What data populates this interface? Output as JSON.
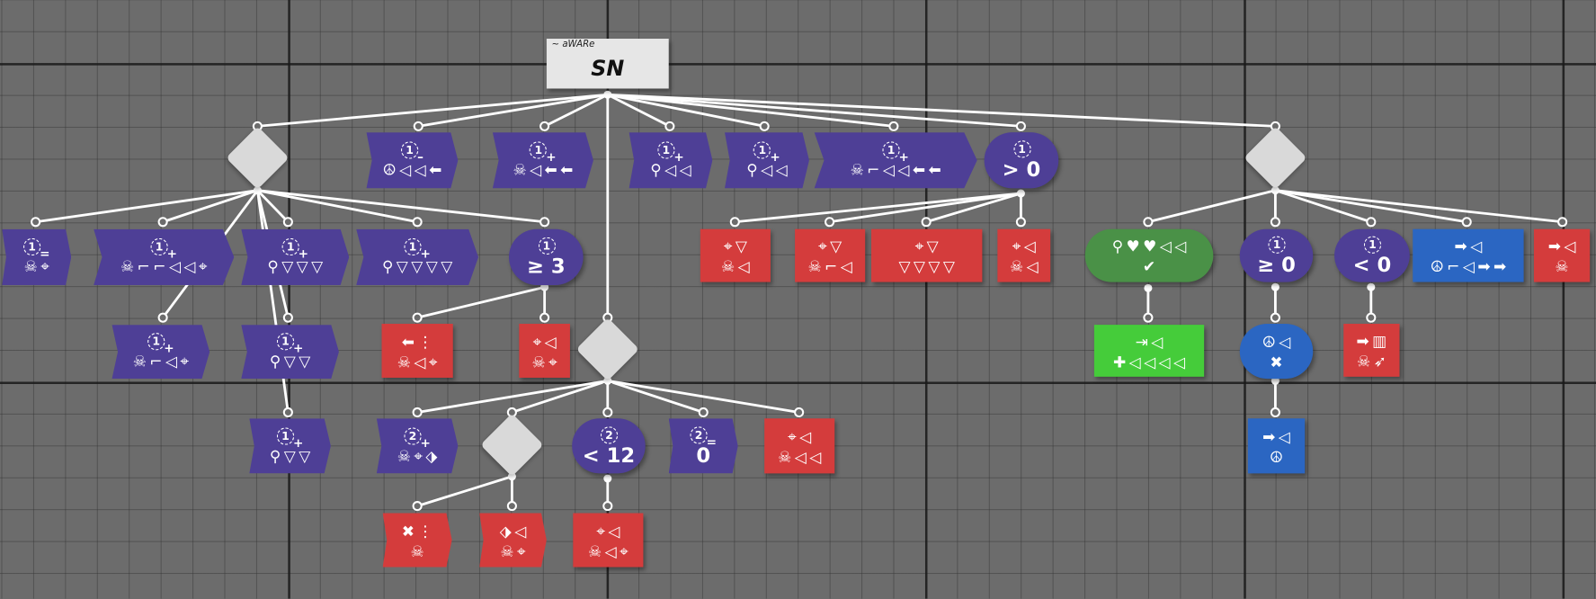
{
  "root": {
    "subtitle": "~ aWARe",
    "title": "SN"
  },
  "colors": {
    "purple": "#4e3f96",
    "red": "#d43c3c",
    "green": "#4a9147",
    "bright_green": "#45cc3a",
    "blue": "#2b66c2",
    "diamond": "#d9d9d9"
  },
  "nodes": [
    {
      "id": "d1",
      "shape": "diamond"
    },
    {
      "id": "n1",
      "shape": "chevron",
      "color": "purple",
      "counter": {
        "n": "1",
        "op": "–"
      },
      "rows": [
        [
          "peace",
          "sound",
          "sound",
          "arrow-left"
        ]
      ]
    },
    {
      "id": "n2",
      "shape": "chevron",
      "color": "purple",
      "counter": {
        "n": "1",
        "op": "+"
      },
      "rows": [
        [
          "skull",
          "sound",
          "arrow-left",
          "arrow-left"
        ]
      ]
    },
    {
      "id": "n3",
      "shape": "chevron",
      "color": "purple",
      "counter": {
        "n": "1",
        "op": "+"
      },
      "rows": [
        [
          "pin",
          "sound",
          "sound"
        ]
      ]
    },
    {
      "id": "n4",
      "shape": "chevron",
      "color": "purple",
      "counter": {
        "n": "1",
        "op": "+"
      },
      "rows": [
        [
          "pin",
          "sound",
          "sound"
        ]
      ]
    },
    {
      "id": "n5",
      "shape": "chevron",
      "color": "purple",
      "counter": {
        "n": "1",
        "op": "+"
      },
      "rows": [
        [
          "skull",
          "gun",
          "sound",
          "sound",
          "arrow-left",
          "arrow-left"
        ]
      ]
    },
    {
      "id": "n6",
      "shape": "pill",
      "color": "purple",
      "counter": {
        "n": "1",
        "op": ""
      },
      "text": "> 0"
    },
    {
      "id": "d2",
      "shape": "diamond"
    },
    {
      "id": "a",
      "shape": "chevron",
      "color": "purple",
      "counter": {
        "n": "1",
        "op": "="
      },
      "rows": [
        [
          "skull",
          "target"
        ]
      ]
    },
    {
      "id": "b",
      "shape": "chevron",
      "color": "purple",
      "counter": {
        "n": "1",
        "op": "+"
      },
      "rows": [
        [
          "skull",
          "gun",
          "gun",
          "sound",
          "sound",
          "target"
        ]
      ]
    },
    {
      "id": "c",
      "shape": "chevron",
      "color": "purple",
      "counter": {
        "n": "1",
        "op": "+"
      },
      "rows": [
        [
          "pin",
          "shield",
          "shield",
          "shield"
        ]
      ]
    },
    {
      "id": "d",
      "shape": "chevron",
      "color": "purple",
      "counter": {
        "n": "1",
        "op": "+"
      },
      "rows": [
        [
          "pin",
          "shield",
          "shield",
          "shield",
          "shield"
        ]
      ]
    },
    {
      "id": "e",
      "shape": "pill",
      "color": "purple",
      "counter": {
        "n": "1",
        "op": ""
      },
      "text": "≥ 3"
    },
    {
      "id": "r1",
      "shape": "rect",
      "color": "red",
      "rows": [
        [
          "target",
          "shield"
        ],
        [
          "skull",
          "sound"
        ]
      ]
    },
    {
      "id": "r2",
      "shape": "rect",
      "color": "red",
      "rows": [
        [
          "target",
          "shield"
        ],
        [
          "skull",
          "gun",
          "sound"
        ]
      ]
    },
    {
      "id": "r3",
      "shape": "rect",
      "color": "red",
      "rows": [
        [
          "target",
          "shield"
        ],
        [
          "shield",
          "shield",
          "shield",
          "shield"
        ]
      ]
    },
    {
      "id": "r4",
      "shape": "rect",
      "color": "red",
      "rows": [
        [
          "target",
          "sound"
        ],
        [
          "skull",
          "sound"
        ]
      ]
    },
    {
      "id": "g1",
      "shape": "pill",
      "color": "green",
      "rows": [
        [
          "pin",
          "heart",
          "heart",
          "sound",
          "sound"
        ],
        [
          "check"
        ]
      ]
    },
    {
      "id": "p1",
      "shape": "pill",
      "color": "purple",
      "counter": {
        "n": "1",
        "op": ""
      },
      "text": "≥ 0"
    },
    {
      "id": "p2",
      "shape": "pill",
      "color": "purple",
      "counter": {
        "n": "1",
        "op": ""
      },
      "text": "< 0"
    },
    {
      "id": "bl1",
      "shape": "rect",
      "color": "blue",
      "rows": [
        [
          "arrow-right",
          "sound"
        ],
        [
          "peace",
          "gun",
          "sound",
          "arrow-right",
          "arrow-right"
        ]
      ]
    },
    {
      "id": "r5",
      "shape": "rect",
      "color": "red",
      "rows": [
        [
          "arrow-right",
          "sound"
        ],
        [
          "skull"
        ]
      ]
    },
    {
      "id": "b2",
      "shape": "chevron",
      "color": "purple",
      "counter": {
        "n": "1",
        "op": "+"
      },
      "rows": [
        [
          "skull",
          "gun",
          "sound",
          "target"
        ]
      ]
    },
    {
      "id": "c2",
      "shape": "chevron",
      "color": "purple",
      "counter": {
        "n": "1",
        "op": "+"
      },
      "rows": [
        [
          "pin",
          "shield",
          "shield"
        ]
      ]
    },
    {
      "id": "r6",
      "shape": "rect",
      "color": "red",
      "rows": [
        [
          "arrow-left",
          "dots"
        ],
        [
          "skull",
          "sound",
          "target"
        ]
      ]
    },
    {
      "id": "r7",
      "shape": "rect",
      "color": "red",
      "rows": [
        [
          "target",
          "sound"
        ],
        [
          "skull",
          "target"
        ]
      ]
    },
    {
      "id": "d3",
      "shape": "diamond"
    },
    {
      "id": "gg",
      "shape": "rect",
      "color": "bright_green",
      "rows": [
        [
          "exit",
          "sound"
        ],
        [
          "plus",
          "sound",
          "sound",
          "sound",
          "sound"
        ]
      ]
    },
    {
      "id": "bp",
      "shape": "pill",
      "color": "blue",
      "rows": [
        [
          "peace",
          "sound"
        ],
        [
          "cross"
        ]
      ]
    },
    {
      "id": "r8",
      "shape": "rect",
      "color": "red",
      "rows": [
        [
          "arrow-right",
          "wall"
        ],
        [
          "skull",
          "bow"
        ]
      ]
    },
    {
      "id": "c3",
      "shape": "chevron",
      "color": "purple",
      "counter": {
        "n": "1",
        "op": "+"
      },
      "rows": [
        [
          "pin",
          "shield",
          "shield"
        ]
      ]
    },
    {
      "id": "f1",
      "shape": "chevron",
      "color": "purple",
      "counter": {
        "n": "2",
        "op": "+"
      },
      "rows": [
        [
          "skull",
          "target",
          "tag"
        ]
      ]
    },
    {
      "id": "d4",
      "shape": "diamond"
    },
    {
      "id": "f2",
      "shape": "pill",
      "color": "purple",
      "counter": {
        "n": "2",
        "op": ""
      },
      "text": "< 12"
    },
    {
      "id": "f3",
      "shape": "chevron",
      "color": "purple",
      "counter": {
        "n": "2",
        "op": "="
      },
      "text": "0"
    },
    {
      "id": "f4",
      "shape": "rect",
      "color": "red",
      "rows": [
        [
          "target",
          "sound"
        ],
        [
          "skull",
          "sound",
          "sound"
        ]
      ]
    },
    {
      "id": "bl2",
      "shape": "rect",
      "color": "blue",
      "rows": [
        [
          "arrow-right",
          "sound"
        ],
        [
          "peace"
        ]
      ]
    },
    {
      "id": "h1",
      "shape": "chevron",
      "color": "red",
      "rows": [
        [
          "cross",
          "dots"
        ],
        [
          "skull"
        ]
      ]
    },
    {
      "id": "h2",
      "shape": "chevron",
      "color": "red",
      "rows": [
        [
          "tag",
          "sound"
        ],
        [
          "skull",
          "target"
        ]
      ]
    },
    {
      "id": "h3",
      "shape": "rect",
      "color": "red",
      "rows": [
        [
          "target",
          "sound"
        ],
        [
          "skull",
          "sound",
          "target"
        ]
      ]
    }
  ]
}
